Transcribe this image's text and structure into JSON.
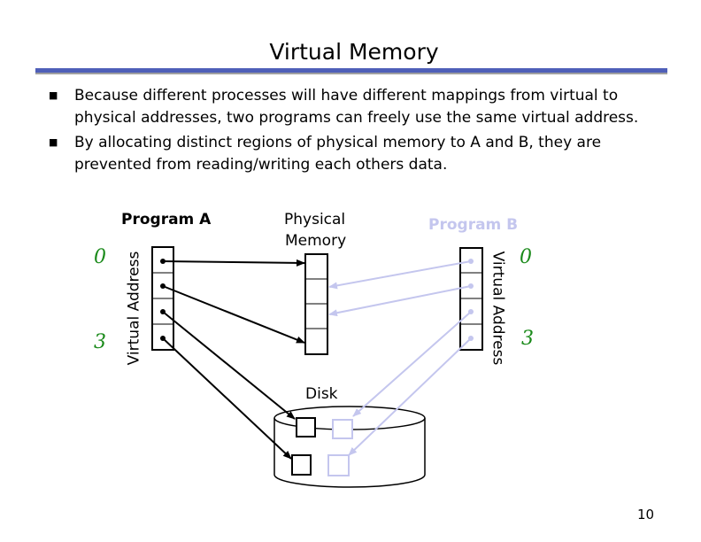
{
  "slide": {
    "title": "Virtual Memory",
    "bullets": [
      "Because different processes will have different mappings from virtual to physical addresses, two programs can freely use the same virtual address.",
      "By allocating distinct regions of physical memory to A and B, they are prevented from reading/writing each others data."
    ],
    "bullet_icon": "square-bullet-icon",
    "page_number": "10"
  },
  "diagram": {
    "program_a": "Program A",
    "program_b": "Program B",
    "physical_memory_line1": "Physical",
    "physical_memory_line2": "Memory",
    "virtual_address_left": "Virtual Address",
    "virtual_address_right": "Virtual Address",
    "disk": "Disk",
    "addr_a_top": "0",
    "addr_a_bottom": "3",
    "addr_b_top": "0",
    "addr_b_bottom": "3"
  },
  "colors": {
    "title_bar": "#4f5fb8",
    "program_b_faded": "#c4c6ee",
    "handwritten_digits": "#1a8a1a"
  }
}
